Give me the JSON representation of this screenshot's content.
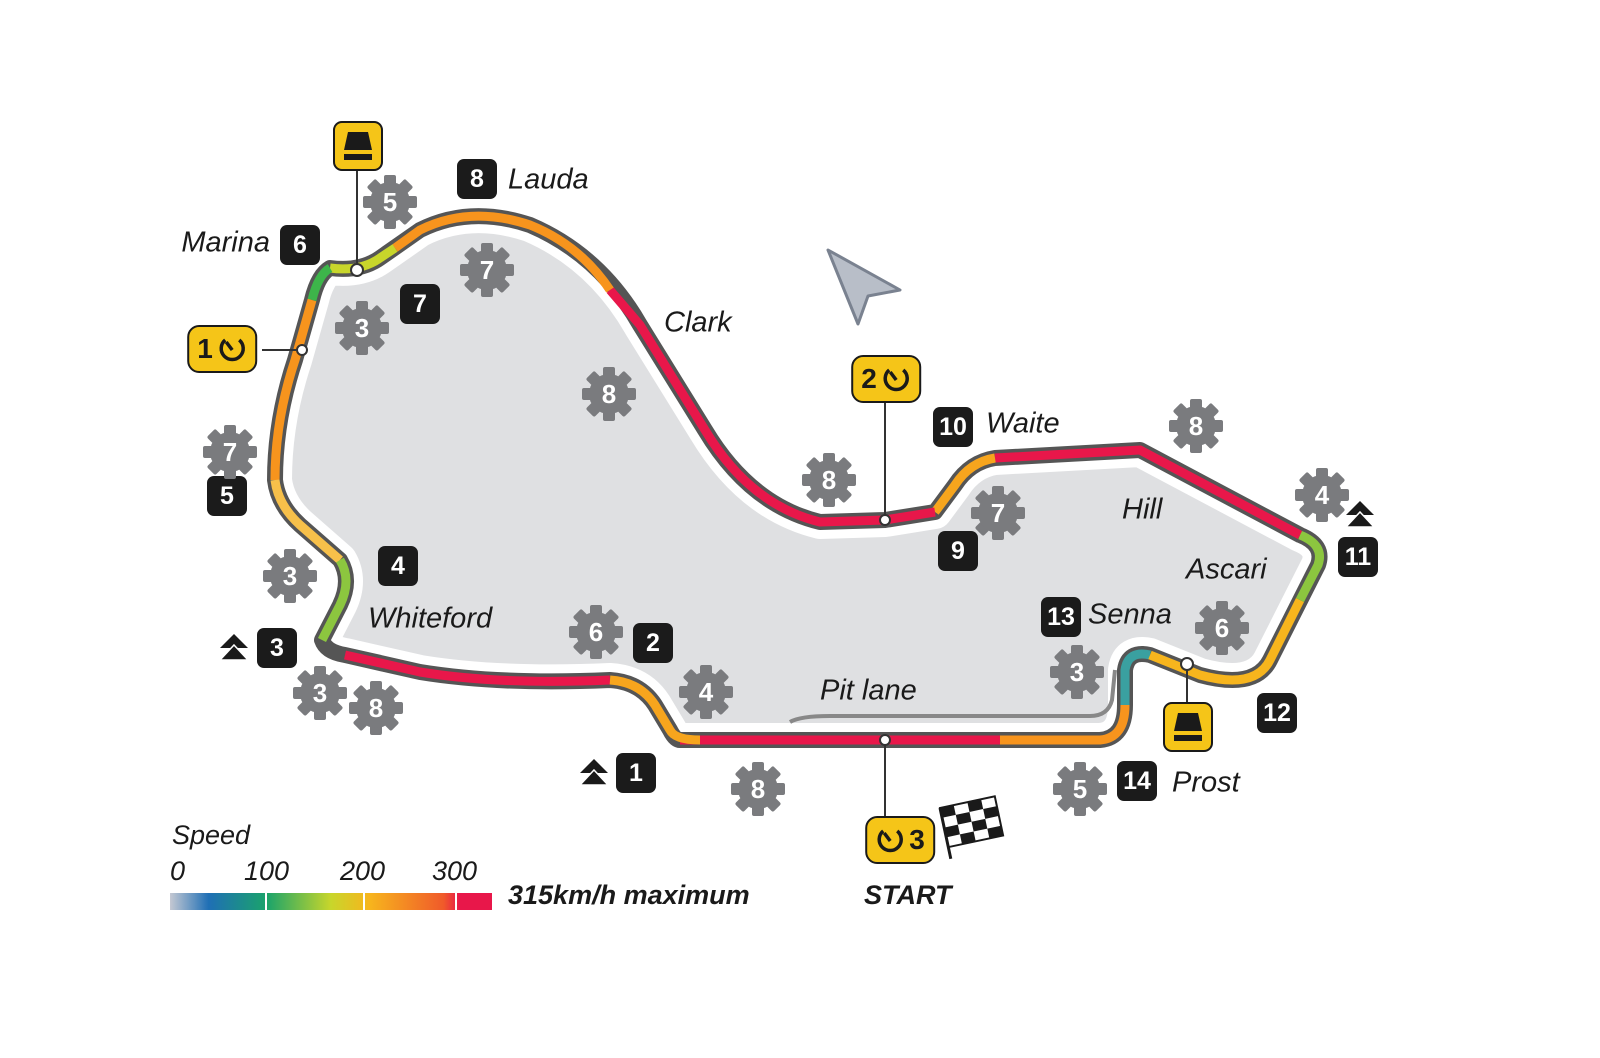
{
  "turns": [
    "1",
    "2",
    "3",
    "4",
    "5",
    "6",
    "7",
    "8",
    "9",
    "10",
    "11",
    "12",
    "13",
    "14"
  ],
  "corner_names": [
    "Lauda",
    "Marina",
    "Clark",
    "Waite",
    "Hill",
    "Ascari",
    "Senna",
    "Whiteford",
    "Prost",
    "Pit lane"
  ],
  "gears": [
    "5",
    "7",
    "3",
    "8",
    "7",
    "3",
    "3",
    "8",
    "6",
    "4",
    "8",
    "7",
    "8",
    "4",
    "3",
    "6",
    "5",
    "8"
  ],
  "sectors": [
    "1",
    "2",
    "3"
  ],
  "start_label": "START",
  "legend": {
    "title": "Speed",
    "ticks": [
      "0",
      "100",
      "200",
      "300"
    ],
    "max_label": "315km/h maximum"
  },
  "colors": {
    "track_outline": "#1a1a1a",
    "infield": "#dfe0e2",
    "gear": "#7a7b7e",
    "sector_yellow": "#f5c518",
    "speed_low": "#1f6fb5",
    "speed_mid": "#8cc63f",
    "speed_high": "#f7941d",
    "speed_max": "#e8174a"
  }
}
